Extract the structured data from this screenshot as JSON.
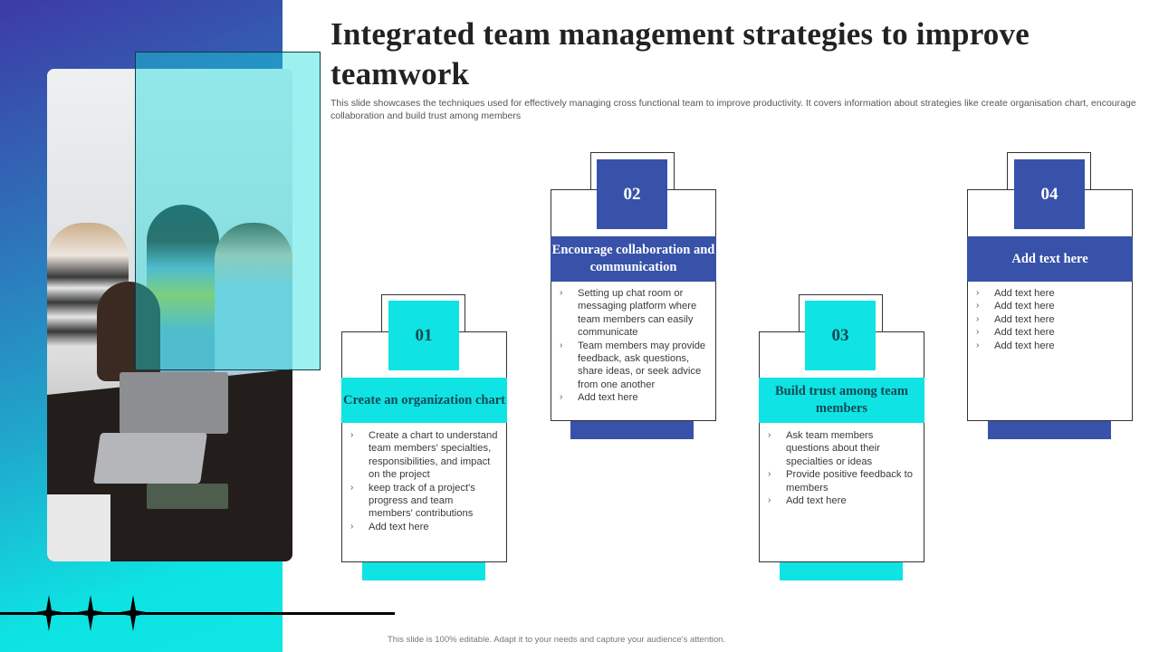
{
  "slide": {
    "title": "Integrated team management strategies to improve teamwork",
    "subtitle": "This slide showcases the techniques used for effectively managing cross functional team to improve productivity.  It covers information about strategies like create organisation chart, encourage collaboration and build trust among members",
    "footer": "This slide is 100% editable.  Adapt it to your needs and capture your audience's attention."
  },
  "colors": {
    "cyan": "#10e3e3",
    "blue": "#3752a8",
    "gradient_start": "#3d3aa6",
    "gradient_end": "#0fe6e4"
  },
  "image": {
    "description": "team of four people collaborating around a laptop at a dark desk"
  },
  "cards": [
    {
      "number": "01",
      "heading": "Create an organization chart",
      "bullets": [
        "Create a chart to understand team members' specialties, responsibilities, and impact on the project",
        "keep track of a project's progress and team members' contributions",
        "Add text here"
      ]
    },
    {
      "number": "02",
      "heading": "Encourage collaboration and communication",
      "bullets": [
        "Setting up chat room or messaging platform where team members can easily communicate",
        "Team members may provide feedback, ask questions, share ideas, or seek advice from one another",
        "Add text here"
      ]
    },
    {
      "number": "03",
      "heading": "Build trust among team members",
      "bullets": [
        "Ask team members questions about their specialties or ideas",
        "Provide positive feedback to members",
        "Add text here"
      ]
    },
    {
      "number": "04",
      "heading": "Add text here",
      "bullets": [
        "Add text here",
        "Add text here",
        "Add text here",
        "Add text here",
        "Add text here"
      ]
    }
  ],
  "icons": {
    "bullet": "›",
    "decor_star": "four-point-star"
  }
}
